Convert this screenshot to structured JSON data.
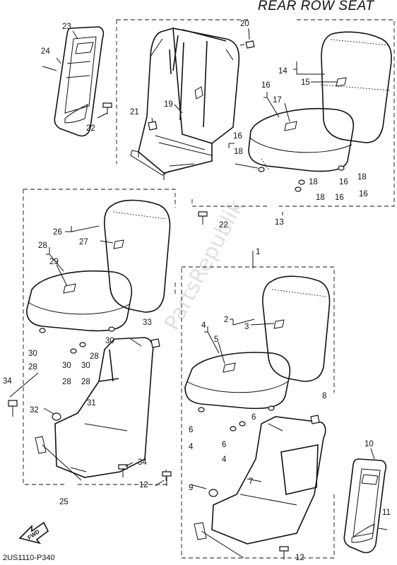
{
  "diagram": {
    "title": "REAR ROW SEAT",
    "drawing_code": "2US1110-P340",
    "fwd_label": "FWD",
    "watermark": "PartsRepublik",
    "callouts": {
      "c1": "1",
      "c2": "2",
      "c3": "3",
      "c4": "4",
      "c4b": "4",
      "c4c": "4",
      "c5": "5",
      "c6a": "6",
      "c6b": "6",
      "c6c": "6",
      "c7": "7",
      "c8": "8",
      "c9": "9",
      "c10": "10",
      "c11": "11",
      "c12a": "12",
      "c12b": "12",
      "c13": "13",
      "c14": "14",
      "c15": "15",
      "c16a": "16",
      "c16b": "16",
      "c16c": "16",
      "c16d": "16",
      "c16e": "16",
      "c17": "17",
      "c18a": "18",
      "c18b": "18",
      "c18c": "18",
      "c18d": "18",
      "c19": "19",
      "c20": "20",
      "c21": "21",
      "c22a": "22",
      "c22b": "22",
      "c23": "23",
      "c24": "24",
      "c25": "25",
      "c26": "26",
      "c27": "27",
      "c28a": "28",
      "c28b": "28",
      "c28c": "28",
      "c28d": "28",
      "c28e": "28",
      "c29": "29",
      "c30a": "30",
      "c30b": "30",
      "c30c": "30",
      "c30d": "30",
      "c31": "31",
      "c32": "32",
      "c33": "33",
      "c34a": "34",
      "c34b": "34"
    }
  }
}
